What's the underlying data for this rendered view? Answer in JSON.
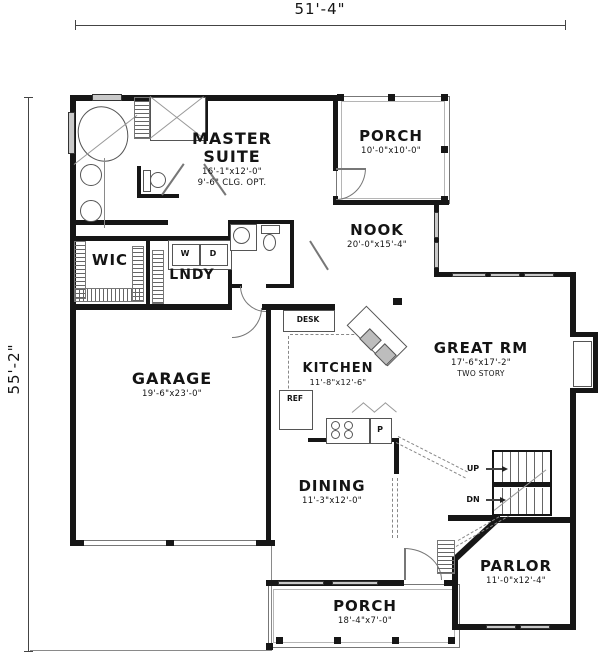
{
  "dims": {
    "top": "51'-4\"",
    "left": "55'-2\""
  },
  "rooms": {
    "master": {
      "name": "MASTER SUITE",
      "size": "16'-1\"x12'-0\"",
      "note": "9'-6\" CLG. OPT."
    },
    "porch_upper": {
      "name": "PORCH",
      "size": "10'-0\"x10'-0\""
    },
    "nook": {
      "name": "NOOK",
      "size": "20'-0\"x15'-4\""
    },
    "wic": {
      "name": "WIC"
    },
    "laundry": {
      "name": "LNDY"
    },
    "great": {
      "name": "GREAT RM",
      "size": "17'-6\"x17'-2\"",
      "note": "TWO STORY"
    },
    "garage": {
      "name": "GARAGE",
      "size": "19'-6\"x23'-0\""
    },
    "kitchen": {
      "name": "KITCHEN",
      "size": "11'-8\"x12'-6\""
    },
    "dining": {
      "name": "DINING",
      "size": "11'-3\"x12'-0\""
    },
    "parlor": {
      "name": "PARLOR",
      "size": "11'-0\"x12'-4\""
    },
    "porch_lower": {
      "name": "PORCH",
      "size": "18'-4\"x7'-0\""
    }
  },
  "labels": {
    "desk": "DESK",
    "ref": "REF",
    "pantry": "P",
    "washer": "W",
    "dryer": "D",
    "up": "UP",
    "dn": "DN"
  },
  "colors": {
    "wall": "#161616",
    "line": "#777777",
    "window_fill": "#c9c9c9",
    "background": "#ffffff"
  }
}
